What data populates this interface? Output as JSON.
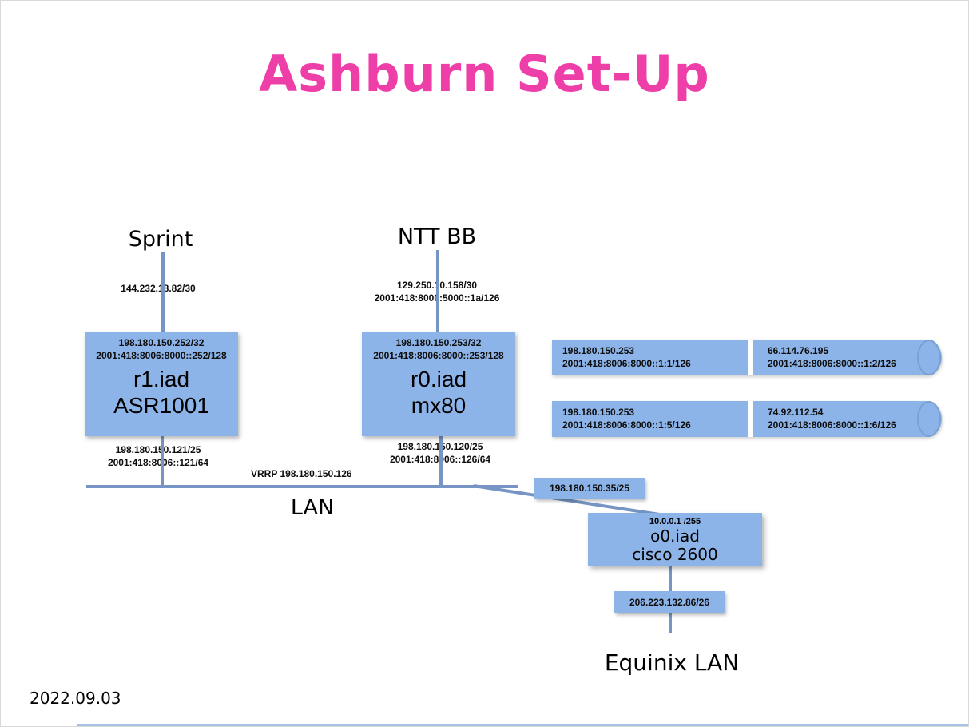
{
  "title": "Ashburn Set-Up",
  "date": "2022.09.03",
  "uplinks": {
    "sprint": {
      "name": "Sprint",
      "circuit_v4": "144.232.18.82/30"
    },
    "ntt": {
      "name": "NTT BB",
      "circuit_v4": "129.250.10.158/30",
      "circuit_v6": "2001:418:8000:5000::1a/126"
    }
  },
  "routers": {
    "r1": {
      "loopback_v4": "198.180.150.252/32",
      "loopback_v6": "2001:418:8006:8000::252/128",
      "hostname": "r1.iad",
      "model": "ASR1001",
      "lan_v4": "198.180.150.121/25",
      "lan_v6": "2001:418:8006::121/64"
    },
    "r0": {
      "loopback_v4": "198.180.150.253/32",
      "loopback_v6": "2001:418:8006:8000::253/128",
      "hostname": "r0.iad",
      "model": "mx80",
      "lan_v4": "198.180.150.120/25",
      "lan_v6": "2001:418:8006::126/64"
    }
  },
  "tunnels": [
    {
      "local_v4": "198.180.150.253",
      "local_v6": "2001:418:8006:8000::1:1/126",
      "remote_v4": "66.114.76.195",
      "remote_v6": "2001:418:8006:8000::1:2/126"
    },
    {
      "local_v4": "198.180.150.253",
      "local_v6": "2001:418:8006:8000::1:5/126",
      "remote_v4": "74.92.112.54",
      "remote_v6": "2001:418:8006:8000::1:6/126"
    }
  ],
  "lan": {
    "label": "LAN",
    "vrrp": "VRRP 198.180.150.126",
    "spur_v4": "198.180.150.35/25"
  },
  "oob": {
    "mgmt_ip": "10.0.0.1 /255",
    "hostname": "o0.iad",
    "model": "cisco 2600",
    "downlink_v4": "206.223.132.86/26",
    "downstream": "Equinix LAN"
  },
  "colors": {
    "title_pink": "#ee3fa8",
    "node_fill": "#8db4e8",
    "link_blue": "#7695c5"
  }
}
